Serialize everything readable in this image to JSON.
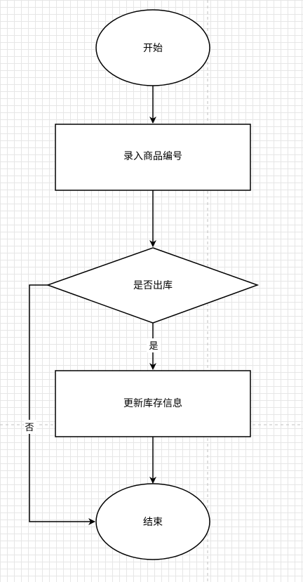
{
  "diagram": {
    "nodes": {
      "start": {
        "label": "开始"
      },
      "input": {
        "label": "录入商品编号"
      },
      "decision": {
        "label": "是否出库"
      },
      "update": {
        "label": "更新库存信息"
      },
      "end": {
        "label": "结束"
      }
    },
    "edges": {
      "yes_label": "是",
      "no_label": "否"
    }
  }
}
